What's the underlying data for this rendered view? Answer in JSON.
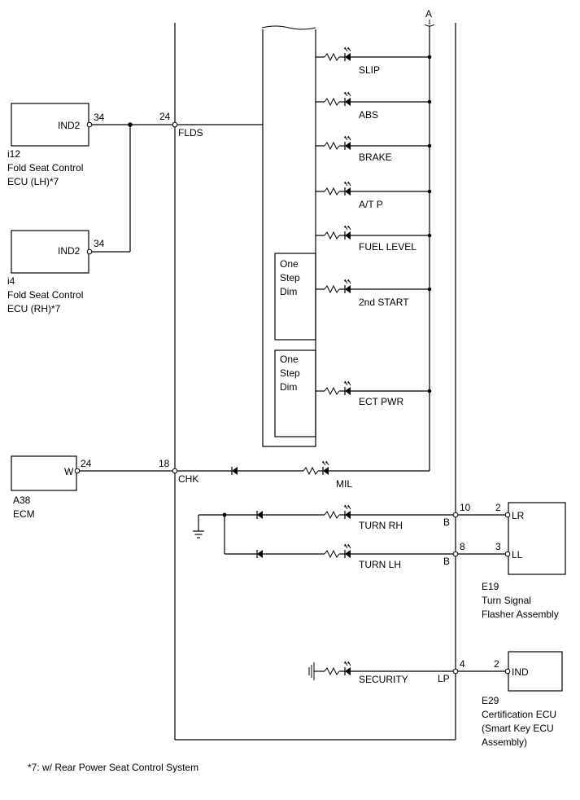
{
  "point_a": "A",
  "main_unit": {
    "pin_flds_no": "24",
    "pin_flds": "FLDS",
    "pin_chk_no": "18",
    "pin_chk": "CHK",
    "pin_turn_rh_no": "10",
    "pin_turn_lh_no": "8",
    "pin_b1": "B",
    "pin_b2": "B",
    "pin_lp_no": "4",
    "pin_lp": "LP"
  },
  "indicators": [
    {
      "label": "SLIP"
    },
    {
      "label": "ABS"
    },
    {
      "label": "BRAKE"
    },
    {
      "label": "A/T P"
    },
    {
      "label": "FUEL LEVEL"
    },
    {
      "label": "2nd START"
    },
    {
      "label": "ECT PWR"
    },
    {
      "label": "MIL"
    },
    {
      "label": "TURN RH"
    },
    {
      "label": "TURN LH"
    },
    {
      "label": "SECURITY"
    }
  ],
  "dimmers": [
    {
      "l1": "One",
      "l2": "Step",
      "l3": "Dim"
    },
    {
      "l1": "One",
      "l2": "Step",
      "l3": "Dim"
    }
  ],
  "components": {
    "i12": {
      "pin": "IND2",
      "pin_no": "34",
      "code": "i12",
      "name1": "Fold Seat Control",
      "name2": "ECU (LH)*7"
    },
    "i4": {
      "pin": "IND2",
      "pin_no": "34",
      "code": "i4",
      "name1": "Fold Seat Control",
      "name2": "ECU (RH)*7"
    },
    "a38": {
      "pin": "W",
      "pin_no": "24",
      "code": "A38",
      "name1": "ECM"
    },
    "e19": {
      "pin_lr": "LR",
      "pin_lr_no": "2",
      "pin_ll": "LL",
      "pin_ll_no": "3",
      "code": "E19",
      "name1": "Turn Signal",
      "name2": "Flasher Assembly"
    },
    "e29": {
      "pin": "IND",
      "pin_no": "2",
      "code": "E29",
      "name1": "Certification ECU",
      "name2": "(Smart Key ECU",
      "name3": "Assembly)"
    }
  },
  "footnote": "*7: w/ Rear Power Seat Control System"
}
